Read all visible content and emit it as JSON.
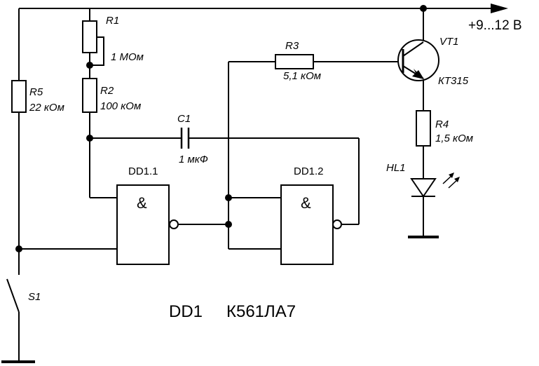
{
  "supply": {
    "label": "+9...12 В"
  },
  "chip_title": {
    "name": "DD1",
    "part": "К561ЛА7"
  },
  "gates": [
    {
      "ref": "DD1.1",
      "symbol": "&"
    },
    {
      "ref": "DD1.2",
      "symbol": "&"
    }
  ],
  "resistors": [
    {
      "ref": "R1",
      "value": "1 МОм"
    },
    {
      "ref": "R2",
      "value": "100 кОм"
    },
    {
      "ref": "R3",
      "value": "5,1 кОм"
    },
    {
      "ref": "R4",
      "value": "1,5 кОм"
    },
    {
      "ref": "R5",
      "value": "22 кОм"
    }
  ],
  "capacitor": {
    "ref": "C1",
    "value": "1 мкФ"
  },
  "transistor": {
    "ref": "VT1",
    "part": "КТ315"
  },
  "led": {
    "ref": "HL1"
  },
  "switch": {
    "ref": "S1"
  }
}
